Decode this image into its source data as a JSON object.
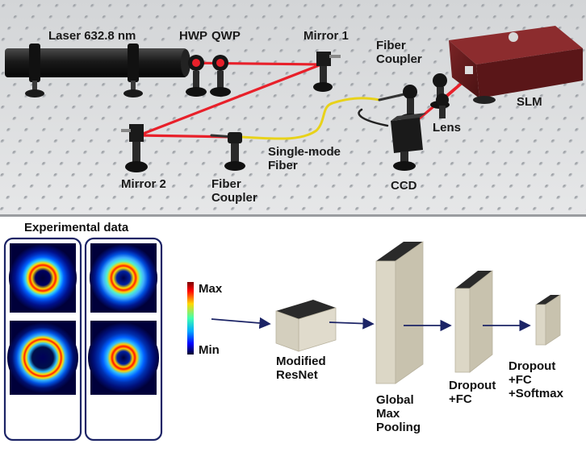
{
  "setup": {
    "laser": "Laser 632.8 nm",
    "hwp": "HWP",
    "qwp": "QWP",
    "mirror1": "Mirror 1",
    "mirror2": "Mirror 2",
    "fiber_coupler_top": [
      "Fiber",
      "Coupler"
    ],
    "fiber_coupler_bottom": [
      "Fiber",
      "Coupler"
    ],
    "single_mode_fiber": [
      "Single-mode",
      "Fiber"
    ],
    "slm": "SLM",
    "lens": "Lens",
    "ccd": "CCD"
  },
  "network": {
    "experimental_data_title": "Experimental data",
    "colorbar_max": "Max",
    "colorbar_min": "Min",
    "resnet": [
      "Modified",
      "ResNet"
    ],
    "global_pool": [
      "Global",
      "Max",
      "Pooling"
    ],
    "dropout_fc": [
      "Dropout",
      "+FC"
    ],
    "dropout_fc_softmax": [
      "Dropout",
      "+FC",
      "+Softmax"
    ]
  },
  "colors": {
    "beam": "#e8202a",
    "fiber": "#e8d21a",
    "frame": "#1c2466",
    "arrow": "#1c2466",
    "box_front": "#ddd8c8",
    "box_side": "#c8c2ae",
    "box_top": "#2a2a2a"
  }
}
